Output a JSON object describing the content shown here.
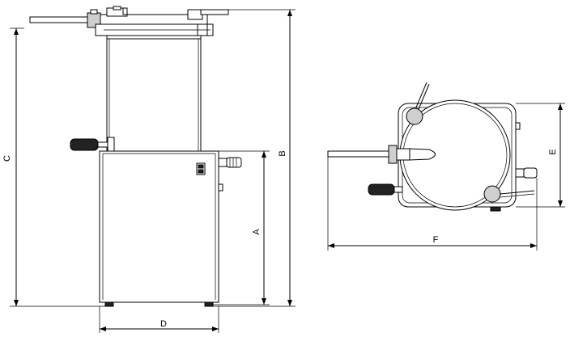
{
  "dimension_labels": {
    "a": "A",
    "b": "B",
    "c": "C",
    "d": "D",
    "e": "E",
    "f": "F"
  }
}
